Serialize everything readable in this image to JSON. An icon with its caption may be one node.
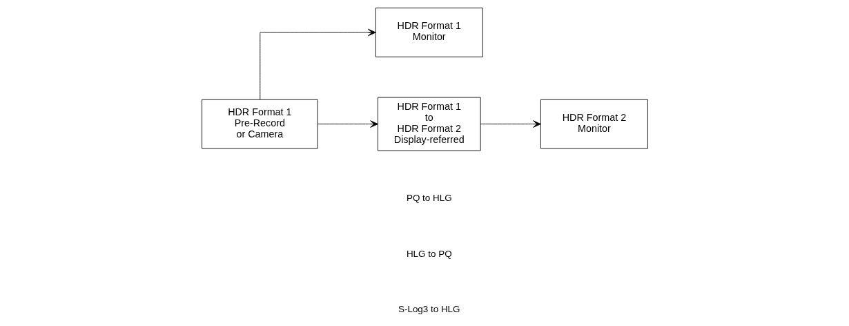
{
  "diagram": {
    "nodes": [
      {
        "text": [
          "HDR Format 1 Pre-Record or Camera"
        ]
      },
      {
        "text": [
          "HDR Format 1 Monitor"
        ]
      },
      {
        "text": [
          "HDR Format 1 to HDR Format 2 Display-referred"
        ]
      },
      {
        "text": [
          "HDR Format 2 Monitor"
        ]
      }
    ],
    "edges": [
      {
        "from": 0,
        "to": 1,
        "arrow": "to"
      },
      {
        "from": 0,
        "to": 2,
        "arrow": "to"
      },
      {
        "from": 2,
        "to": 3,
        "arrow": "to"
      }
    ],
    "labels": [
      "PQ to HLG",
      "HLG to PQ",
      "S-Log3 to HLG"
    ]
  }
}
